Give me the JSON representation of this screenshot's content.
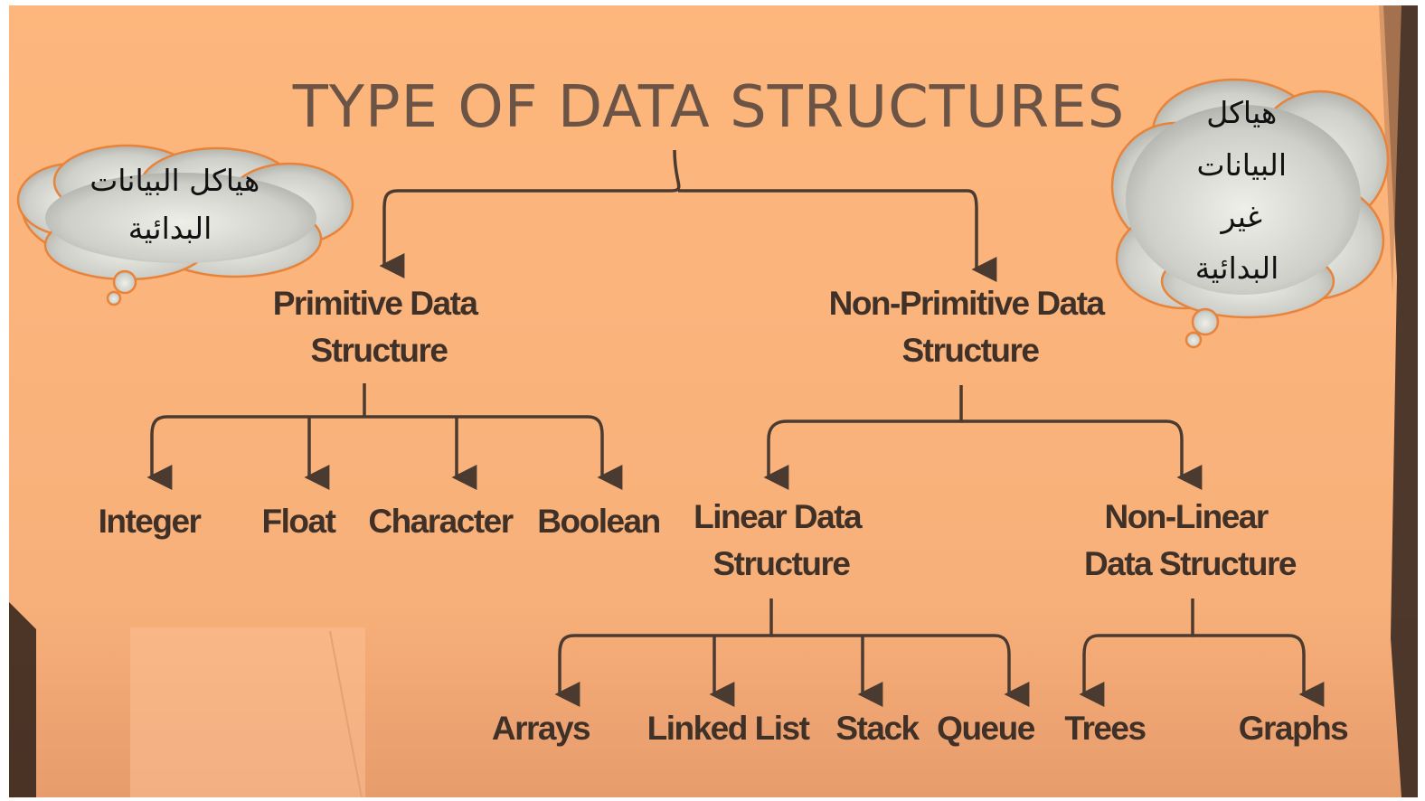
{
  "title": "TYPE OF DATA STRUCTURES",
  "level1": {
    "primitive": [
      "Primitive Data",
      "Structure"
    ],
    "non_primitive": [
      "Non-Primitive Data",
      "Structure"
    ]
  },
  "primitive_children": [
    "Integer",
    "Float",
    "Character",
    "Boolean"
  ],
  "non_primitive_children": {
    "linear": [
      "Linear Data",
      "Structure"
    ],
    "non_linear": [
      "Non-Linear",
      "Data Structure"
    ]
  },
  "linear_children": [
    "Arrays",
    "Linked List",
    "Stack",
    "Queue"
  ],
  "non_linear_children": [
    "Trees",
    "Graphs"
  ],
  "callouts": {
    "left": [
      "هياكل البيانات",
      "البدائية"
    ],
    "right": [
      "هياكل",
      "البيانات",
      "غير",
      "البدائية"
    ]
  },
  "colors": {
    "background": "#fdb77d",
    "text": "#3f3128",
    "title": "#6b5446",
    "connector": "#4a3a30",
    "cloud_fill": "#c9c9c4",
    "cloud_stroke": "#e8833a"
  }
}
